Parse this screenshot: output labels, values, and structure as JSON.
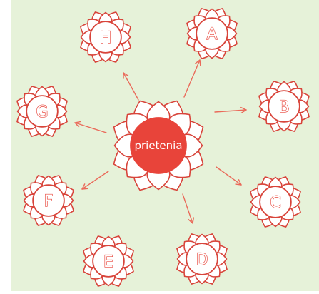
{
  "colors": {
    "background": "#e6f2d9",
    "accent_red": "#e8443a",
    "petal_stroke": "#d8443a",
    "petal_fill": "#ffffff",
    "arrow": "#ea6a5a",
    "center_text": "#ffffff"
  },
  "diagram": {
    "center": {
      "label": "prietenia"
    },
    "nodes": [
      {
        "id": "h",
        "label": "H"
      },
      {
        "id": "a",
        "label": "A"
      },
      {
        "id": "b",
        "label": "B"
      },
      {
        "id": "c",
        "label": "C"
      },
      {
        "id": "d",
        "label": "D"
      },
      {
        "id": "e",
        "label": "E"
      },
      {
        "id": "f",
        "label": "F"
      },
      {
        "id": "g",
        "label": "G"
      }
    ]
  }
}
